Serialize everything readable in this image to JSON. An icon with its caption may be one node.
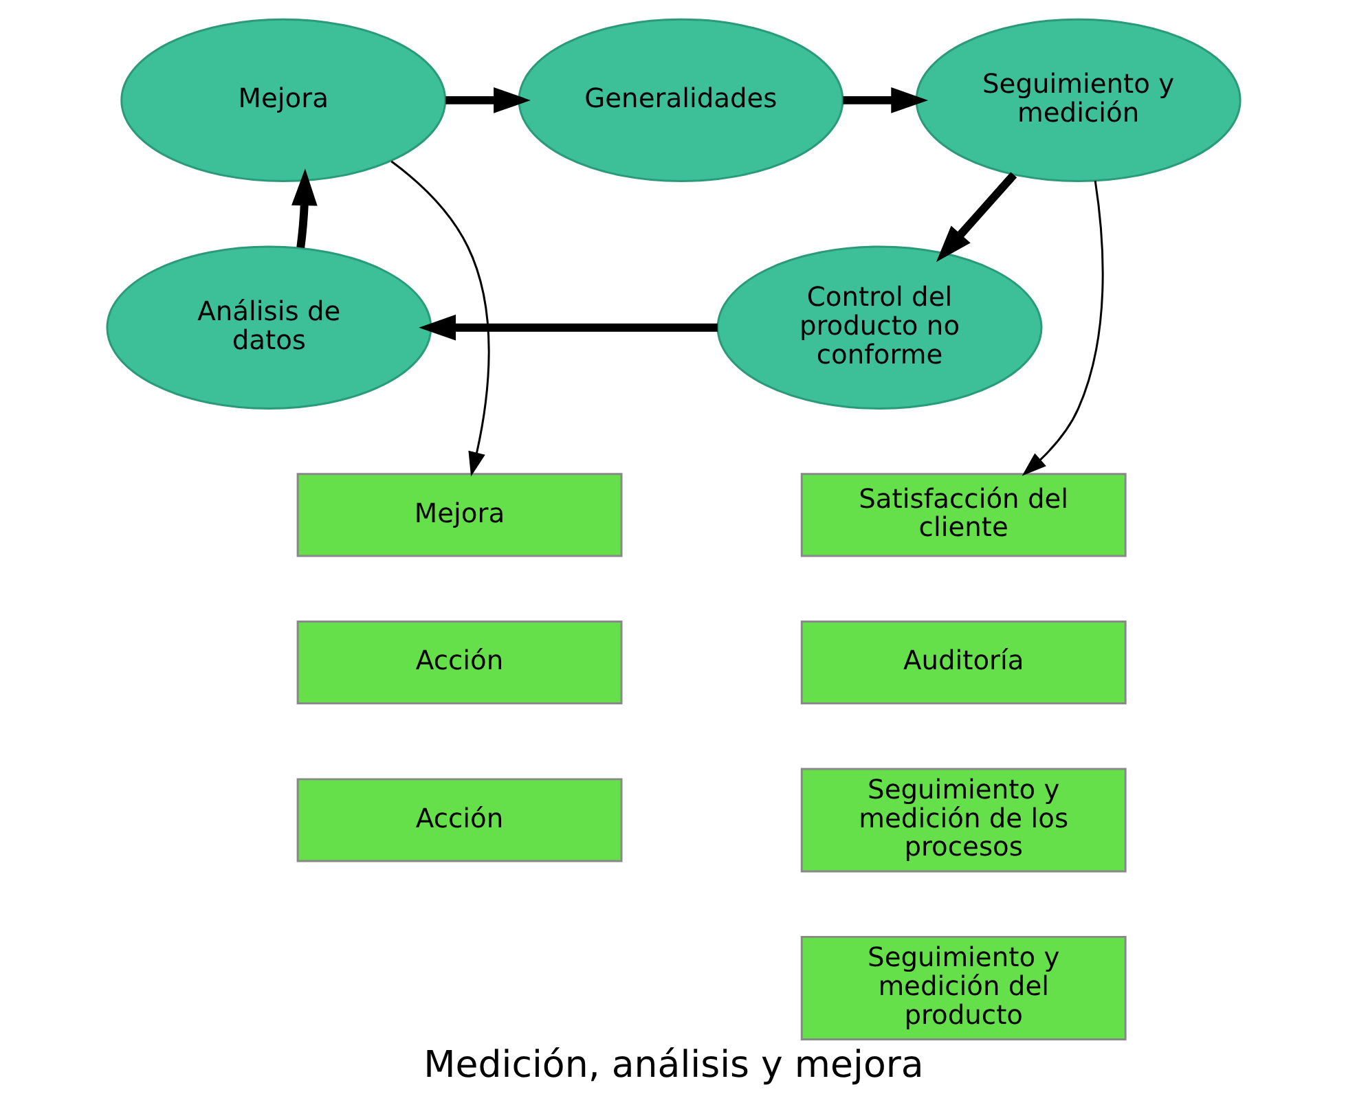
{
  "diagram": {
    "title": "Medición, análisis y mejora",
    "nodes": [
      {
        "text": [
          "Mejora"
        ]
      },
      {
        "text": [
          "Generalidades"
        ]
      },
      {
        "text": [
          "Seguimiento y medición"
        ]
      },
      {
        "text": [
          "Control del producto no conforme"
        ]
      },
      {
        "text": [
          "Análisis de datos"
        ]
      },
      {
        "text": [
          "Mejora"
        ]
      },
      {
        "text": [
          "Acción"
        ]
      },
      {
        "text": [
          "Acción"
        ]
      },
      {
        "text": [
          "Satisfacción del cliente"
        ]
      },
      {
        "text": [
          "Auditoría"
        ]
      },
      {
        "text": [
          "Seguimiento y medición de los procesos"
        ]
      },
      {
        "text": [
          "Seguimiento y medición del producto"
        ]
      }
    ],
    "edges": [
      {
        "from": 0,
        "to": 1,
        "arrow": "to"
      },
      {
        "from": 1,
        "to": 2,
        "arrow": "to"
      },
      {
        "from": 2,
        "to": 3,
        "arrow": "to"
      },
      {
        "from": 3,
        "to": 4,
        "arrow": "to"
      },
      {
        "from": 4,
        "to": 0,
        "arrow": "to"
      },
      {
        "from": 0,
        "to": 5,
        "arrow": "to"
      },
      {
        "from": 2,
        "to": 8,
        "arrow": "to"
      }
    ]
  }
}
